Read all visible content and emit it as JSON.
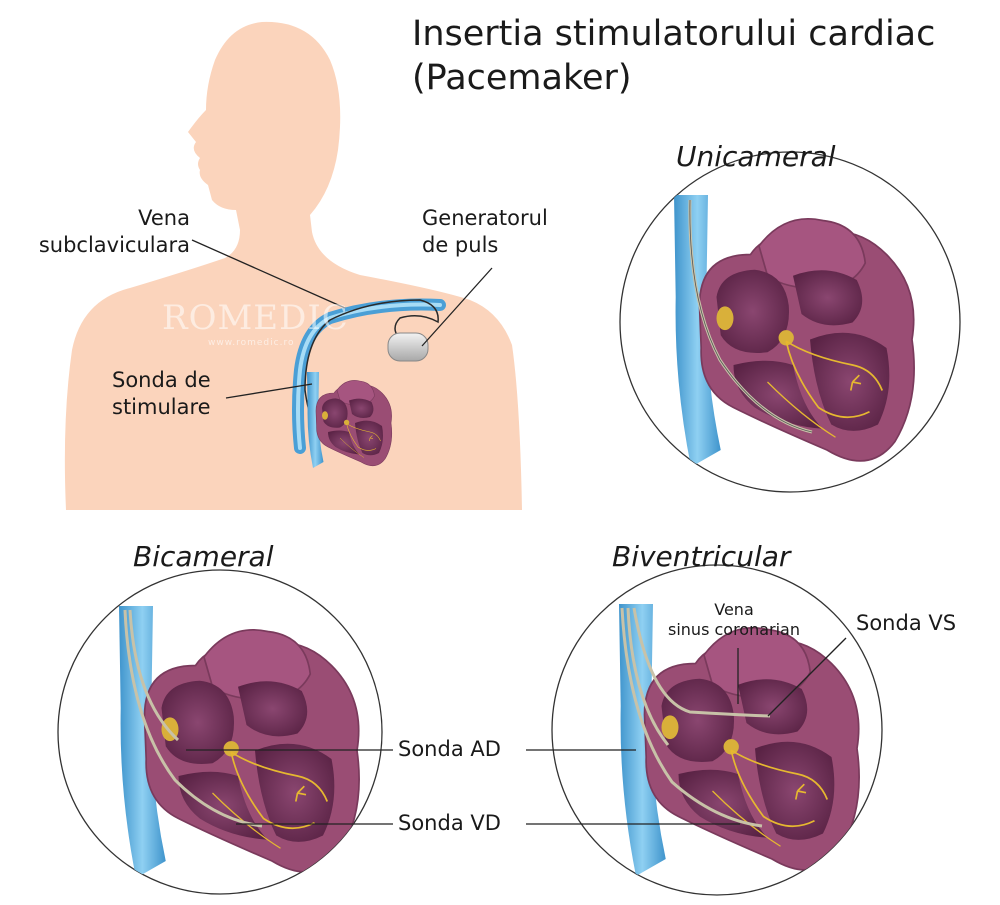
{
  "title": {
    "line1": "Insertia stimulatorului cardiac",
    "line2": "(Pacemaker)"
  },
  "headings": {
    "unicameral": "Unicameral",
    "bicameral": "Bicameral",
    "biventricular": "Biventricular"
  },
  "labels": {
    "vena_subclaviculara_1": "Vena",
    "vena_subclaviculara_2": "subclaviculara",
    "generatorul_1": "Generatorul",
    "generatorul_2": "de puls",
    "sonda_stimulare_1": "Sonda de",
    "sonda_stimulare_2": "stimulare",
    "sonda_ad": "Sonda AD",
    "sonda_vd": "Sonda VD",
    "sonda_vs": "Sonda VS",
    "vena_sinus_1": "Vena",
    "vena_sinus_2": "sinus coronarian"
  },
  "watermark": {
    "brand": "ROMEDIC",
    "site": "www.romedic.ro"
  },
  "colors": {
    "skin": "#fbd4bc",
    "vein": "#5aaede",
    "heart_wall": "#9a4d74",
    "heart_chamber": "#6e2f55",
    "nerve": "#e6b830",
    "lead": "#c8c2a8"
  }
}
